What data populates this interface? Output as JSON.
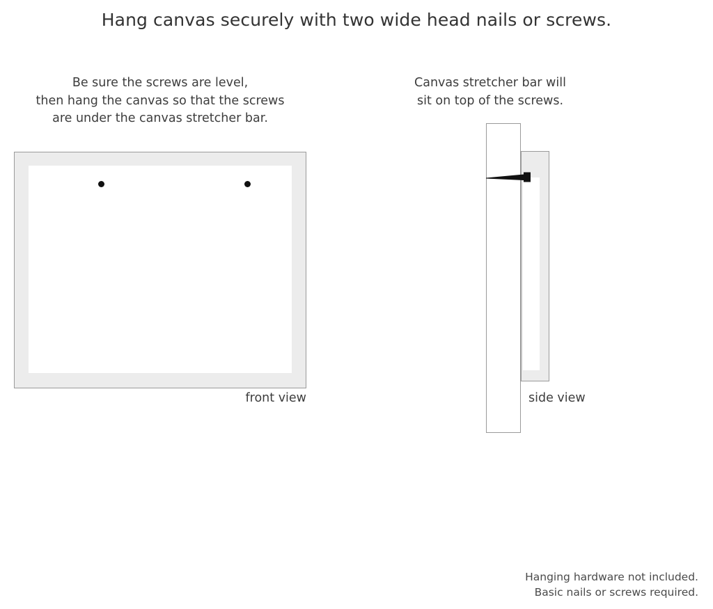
{
  "headline": "Hang canvas securely with two wide head nails or screws.",
  "captions": {
    "left": [
      "Be sure the screws are level,",
      "then hang the canvas so that the screws",
      "are under the canvas stretcher bar."
    ],
    "right": [
      "Canvas stretcher bar will",
      "sit on top of the screws."
    ]
  },
  "diagrams": {
    "front": {
      "label": "front view",
      "screw_count": 2,
      "screw_positions": [
        "left",
        "right"
      ]
    },
    "side": {
      "label": "side view",
      "parts": [
        "wall",
        "canvas-stretcher-bar",
        "screw"
      ]
    }
  },
  "footer": [
    "Hanging hardware not included.",
    "Basic nails or screws required."
  ],
  "colors": {
    "frame_fill": "#ececec",
    "frame_border": "#9a9a9a",
    "canvas_face": "#ffffff",
    "screw": "#111111",
    "text": "#3d3d3d",
    "background": "#ffffff"
  }
}
